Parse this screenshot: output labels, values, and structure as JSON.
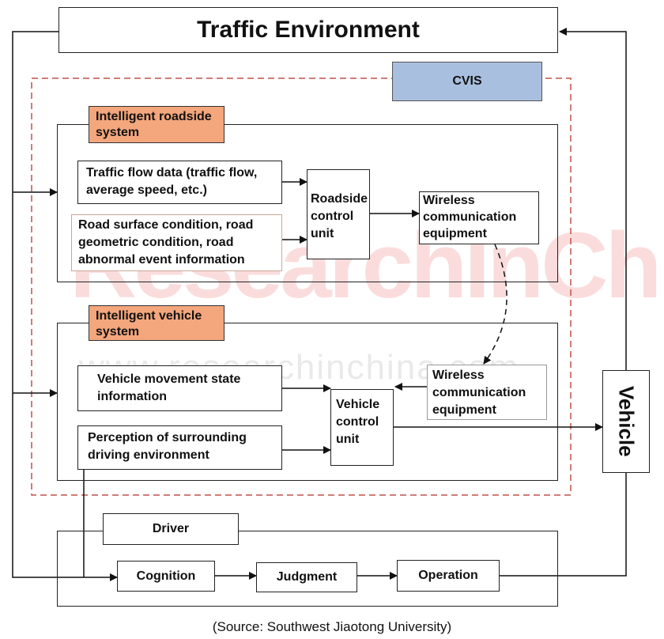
{
  "title": "Traffic Environment",
  "cvis": "CVIS",
  "roadside": {
    "header": "Intelligent roadside system",
    "traffic_flow": "Traffic flow data (traffic flow, average speed, etc.)",
    "road_surface": "Road surface condition, road geometric condition, road abnormal event information",
    "control_unit": "Roadside control unit",
    "wireless": "Wireless communication equipment"
  },
  "vehicle_system": {
    "header": "Intelligent vehicle system",
    "movement": "Vehicle movement state information",
    "perception": "Perception of surrounding driving environment",
    "control_unit": "Vehicle control unit",
    "wireless": "Wireless communication equipment"
  },
  "vehicle": "Vehicle",
  "driver": {
    "label": "Driver",
    "cognition": "Cognition",
    "judgment": "Judgment",
    "operation": "Operation"
  },
  "watermark": {
    "brand": "ResearchInChina",
    "url": "www.researchinchina.com"
  },
  "source": "(Source: Southwest Jiaotong University)"
}
